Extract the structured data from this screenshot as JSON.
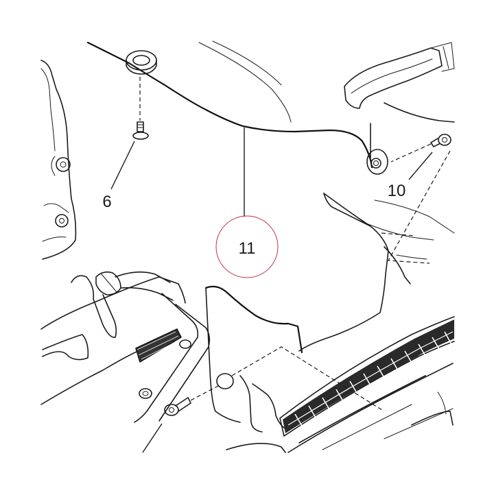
{
  "diagram": {
    "callouts": [
      {
        "id": "part-6",
        "label": "6"
      },
      {
        "id": "part-10",
        "label": "10"
      },
      {
        "id": "part-11",
        "label": "11",
        "highlighted": true
      }
    ],
    "highlight_color": "#c0304a"
  }
}
